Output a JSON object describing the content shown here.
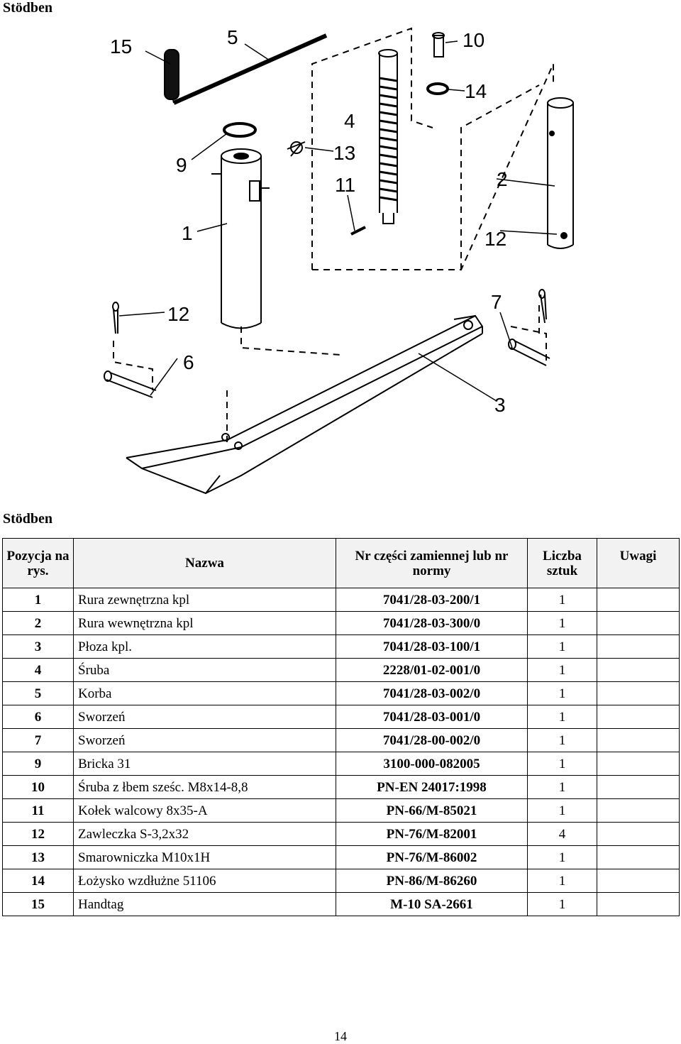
{
  "heading_top": "Stödben",
  "heading_table": "Stödben",
  "drawing": {
    "callouts": [
      "15",
      "5",
      "10",
      "14",
      "4",
      "13",
      "11",
      "9",
      "1",
      "2",
      "12",
      "12",
      "7",
      "6",
      "3"
    ]
  },
  "table": {
    "headers": {
      "position": "Pozycja na rys.",
      "name": "Nazwa",
      "part_number": "Nr części zamiennej lub nr normy",
      "quantity": "Liczba sztuk",
      "notes": "Uwagi"
    },
    "rows": [
      {
        "pos": "1",
        "name": "Rura zewnętrzna kpl",
        "nr": "7041/28-03-200/1",
        "qty": "1",
        "notes": ""
      },
      {
        "pos": "2",
        "name": "Rura wewnętrzna kpl",
        "nr": "7041/28-03-300/0",
        "qty": "1",
        "notes": ""
      },
      {
        "pos": "3",
        "name": "Płoza kpl.",
        "nr": "7041/28-03-100/1",
        "qty": "1",
        "notes": ""
      },
      {
        "pos": "4",
        "name": "Śruba",
        "nr": "2228/01-02-001/0",
        "qty": "1",
        "notes": ""
      },
      {
        "pos": "5",
        "name": "Korba",
        "nr": "7041/28-03-002/0",
        "qty": "1",
        "notes": ""
      },
      {
        "pos": "6",
        "name": "Sworzeń",
        "nr": "7041/28-03-001/0",
        "qty": "1",
        "notes": ""
      },
      {
        "pos": "7",
        "name": "Sworzeń",
        "nr": "7041/28-00-002/0",
        "qty": "1",
        "notes": ""
      },
      {
        "pos": "9",
        "name": "Bricka 31",
        "nr": "3100-000-082005",
        "qty": "1",
        "notes": ""
      },
      {
        "pos": "10",
        "name": "Śruba z łbem sześc. M8x14-8,8",
        "nr": "PN-EN 24017:1998",
        "qty": "1",
        "notes": ""
      },
      {
        "pos": "11",
        "name": "Kołek walcowy 8x35-A",
        "nr": "PN-66/M-85021",
        "qty": "1",
        "notes": ""
      },
      {
        "pos": "12",
        "name": "Zawleczka S-3,2x32",
        "nr": "PN-76/M-82001",
        "qty": "4",
        "notes": ""
      },
      {
        "pos": "13",
        "name": "Smarowniczka M10x1H",
        "nr": "PN-76/M-86002",
        "qty": "1",
        "notes": ""
      },
      {
        "pos": "14",
        "name": "Łożysko wzdłużne 51106",
        "nr": "PN-86/M-86260",
        "qty": "1",
        "notes": ""
      },
      {
        "pos": "15",
        "name": "Handtag",
        "nr": "M-10 SA-2661",
        "qty": "1",
        "notes": ""
      }
    ]
  },
  "page_number": "14"
}
